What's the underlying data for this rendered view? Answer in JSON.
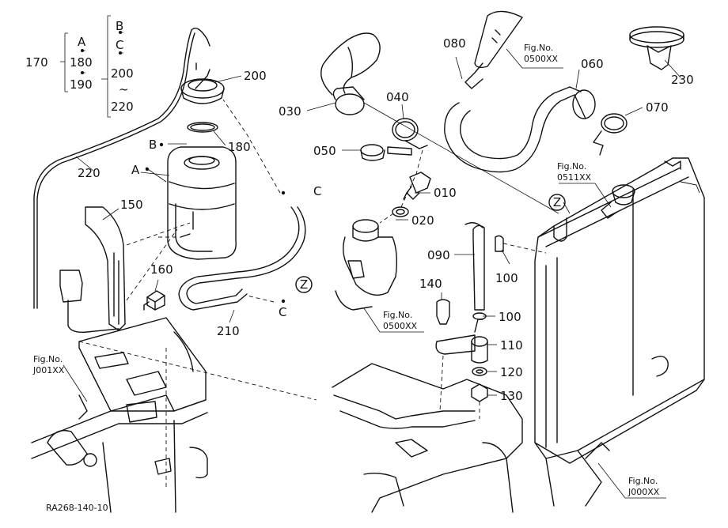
{
  "callouts": [
    {
      "id": "030",
      "text": "030"
    },
    {
      "id": "040",
      "text": "040"
    },
    {
      "id": "050",
      "text": "050"
    },
    {
      "id": "060",
      "text": "060"
    },
    {
      "id": "070",
      "text": "070"
    },
    {
      "id": "080",
      "text": "080"
    },
    {
      "id": "090",
      "text": "090"
    },
    {
      "id": "100a",
      "text": "100"
    },
    {
      "id": "100b",
      "text": "100"
    },
    {
      "id": "110",
      "text": "110"
    },
    {
      "id": "120",
      "text": "120"
    },
    {
      "id": "130",
      "text": "130"
    },
    {
      "id": "140",
      "text": "140"
    },
    {
      "id": "150",
      "text": "150"
    },
    {
      "id": "160",
      "text": "160"
    },
    {
      "id": "170",
      "text": "170"
    },
    {
      "id": "180a",
      "text": "180"
    },
    {
      "id": "180b",
      "text": "180"
    },
    {
      "id": "190",
      "text": "190"
    },
    {
      "id": "200a",
      "text": "200"
    },
    {
      "id": "200b",
      "text": "200"
    },
    {
      "id": "210",
      "text": "210"
    },
    {
      "id": "220a",
      "text": "220"
    },
    {
      "id": "220b",
      "text": "220"
    },
    {
      "id": "230",
      "text": "230"
    },
    {
      "id": "010",
      "text": "010"
    },
    {
      "id": "020",
      "text": "020"
    }
  ],
  "letters": {
    "A": "A",
    "B": "B",
    "C": "C",
    "Z": "Z",
    "wave": "~"
  },
  "figrefs": [
    {
      "id": "fig-0500-top",
      "line1": "Fig.No.",
      "line2": "0500XX"
    },
    {
      "id": "fig-0511",
      "line1": "Fig.No.",
      "line2": "0511XX"
    },
    {
      "id": "fig-0500-mid",
      "line1": "Fig.No.",
      "line2": "0500XX"
    },
    {
      "id": "fig-j001",
      "line1": "Fig.No.",
      "line2": "J001XX"
    },
    {
      "id": "fig-j000",
      "line1": "Fig.No.",
      "line2": "J000XX"
    }
  ],
  "drawing_code": "RA268-140-10"
}
